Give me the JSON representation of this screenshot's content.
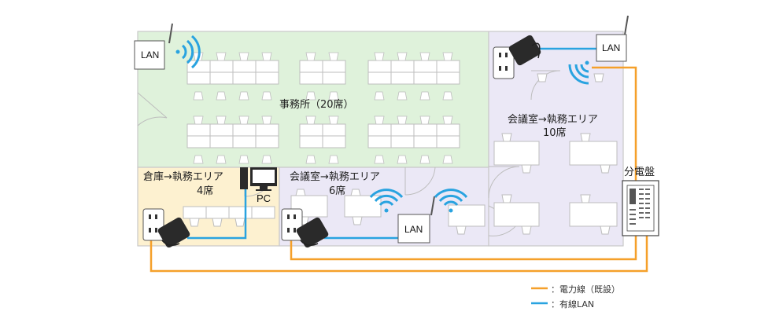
{
  "rooms": {
    "office": {
      "name": "事務所（20席）"
    },
    "storage": {
      "line1": "倉庫→執務エリア",
      "line2": "4席"
    },
    "meeting_small": {
      "line1": "会議室→執務エリア",
      "line2": "6席"
    },
    "meeting_large": {
      "line1": "会議室→執務エリア",
      "line2": "10席"
    }
  },
  "devices": {
    "lan_label": "LAN",
    "pc_label": "PC",
    "panel_label": "分電盤"
  },
  "legend": {
    "power": {
      "label": "：電力線（既設）",
      "color": "#f5a02a"
    },
    "lan": {
      "label": "：有線LAN",
      "color": "#29a3e0"
    }
  },
  "colors": {
    "office_bg": "#dff2db",
    "storage_bg": "#fdf1d0",
    "meeting_bg": "#ebe8f6",
    "wall": "#c9c9c9",
    "wifi": "#29a3e0",
    "power": "#f5a02a",
    "lan": "#29a3e0"
  }
}
